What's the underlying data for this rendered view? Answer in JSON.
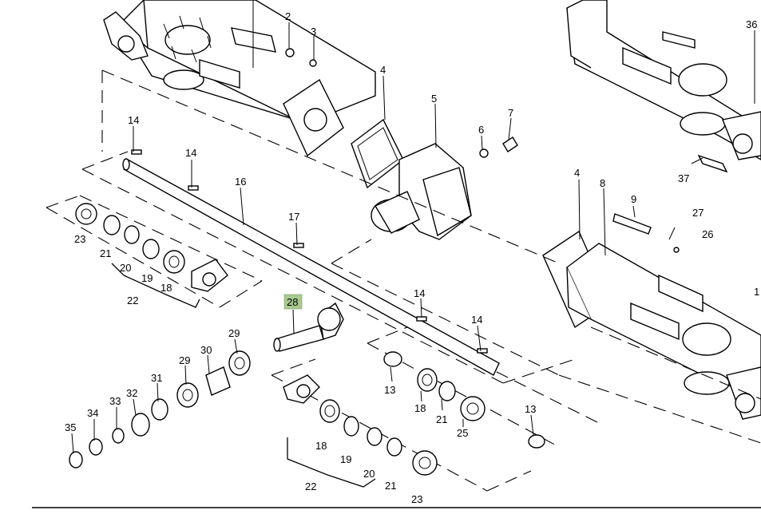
{
  "diagram": {
    "highlight_color": "#a9c98f",
    "callouts": [
      {
        "id": "c2",
        "label": "2"
      },
      {
        "id": "c3",
        "label": "3"
      },
      {
        "id": "c4a",
        "label": "4"
      },
      {
        "id": "c5",
        "label": "5"
      },
      {
        "id": "c6",
        "label": "6"
      },
      {
        "id": "c7",
        "label": "7"
      },
      {
        "id": "c36",
        "label": "36"
      },
      {
        "id": "c14a",
        "label": "14"
      },
      {
        "id": "c14b",
        "label": "14"
      },
      {
        "id": "c16",
        "label": "16"
      },
      {
        "id": "c17",
        "label": "17"
      },
      {
        "id": "c4b",
        "label": "4"
      },
      {
        "id": "c8",
        "label": "8"
      },
      {
        "id": "c9",
        "label": "9"
      },
      {
        "id": "c27",
        "label": "27"
      },
      {
        "id": "c26",
        "label": "26"
      },
      {
        "id": "c37",
        "label": "37"
      },
      {
        "id": "c1",
        "label": "1"
      },
      {
        "id": "c23a",
        "label": "23"
      },
      {
        "id": "c21a",
        "label": "21"
      },
      {
        "id": "c20a",
        "label": "20"
      },
      {
        "id": "c19a",
        "label": "19"
      },
      {
        "id": "c18a",
        "label": "18"
      },
      {
        "id": "c22a",
        "label": "22"
      },
      {
        "id": "c28",
        "label": "28",
        "highlight": true
      },
      {
        "id": "c14c",
        "label": "14"
      },
      {
        "id": "c14d",
        "label": "14"
      },
      {
        "id": "c29a",
        "label": "29"
      },
      {
        "id": "c29b",
        "label": "29"
      },
      {
        "id": "c30",
        "label": "30"
      },
      {
        "id": "c31",
        "label": "31"
      },
      {
        "id": "c32",
        "label": "32"
      },
      {
        "id": "c33",
        "label": "33"
      },
      {
        "id": "c34",
        "label": "34"
      },
      {
        "id": "c35",
        "label": "35"
      },
      {
        "id": "c13a",
        "label": "13"
      },
      {
        "id": "c18b",
        "label": "18"
      },
      {
        "id": "c21b",
        "label": "21"
      },
      {
        "id": "c25",
        "label": "25"
      },
      {
        "id": "c13b",
        "label": "13"
      },
      {
        "id": "c18c",
        "label": "18"
      },
      {
        "id": "c19b",
        "label": "19"
      },
      {
        "id": "c20b",
        "label": "20"
      },
      {
        "id": "c21c",
        "label": "21"
      },
      {
        "id": "c22b",
        "label": "22"
      },
      {
        "id": "c23b",
        "label": "23"
      }
    ]
  }
}
